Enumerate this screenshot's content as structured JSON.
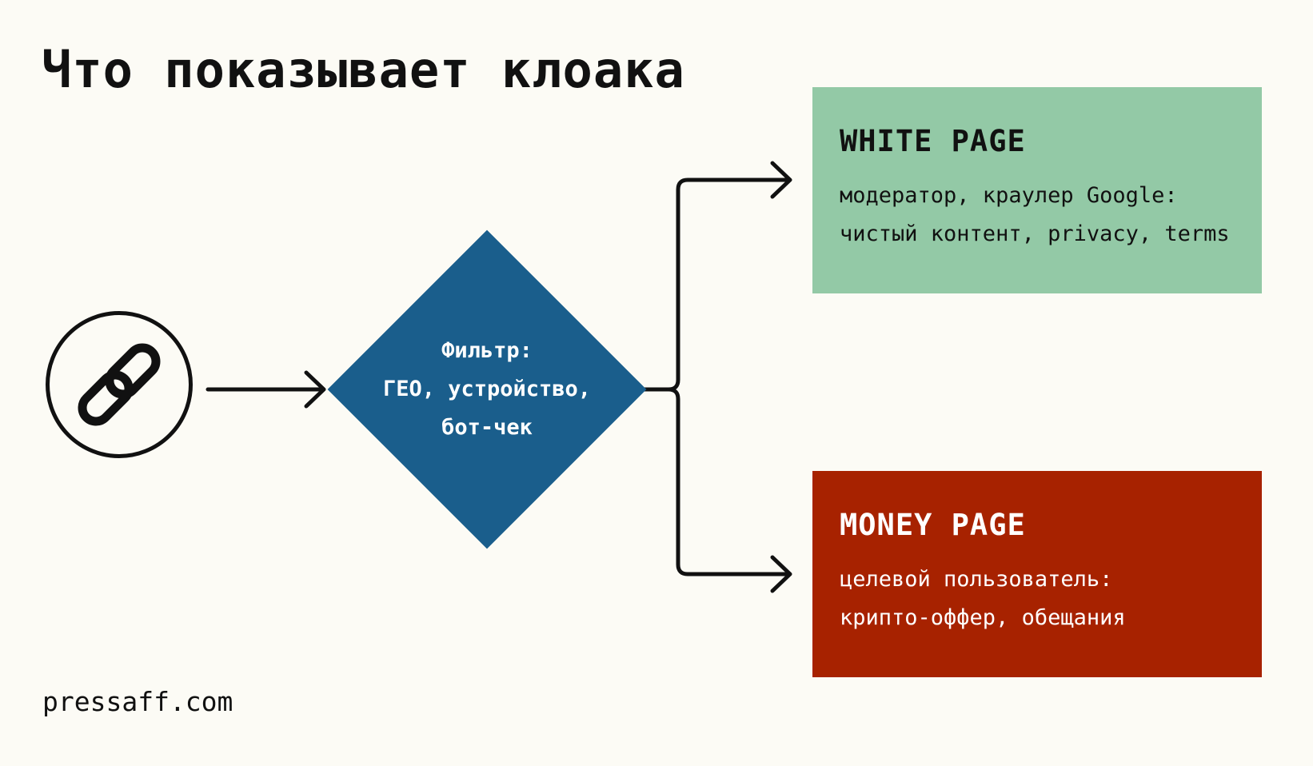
{
  "title": "Что показывает клоака",
  "source": {
    "label": "link",
    "icon": "link-icon"
  },
  "filter": {
    "lines": [
      "Фильтр:",
      "ГЕО, устройство,",
      "бот-чек"
    ]
  },
  "white_page": {
    "title": "WHITE PAGE",
    "lines": [
      "модератор, краулер Google:",
      "чистый контент, privacy, terms"
    ],
    "color": "#93c9a6"
  },
  "money_page": {
    "title": "MONEY PAGE",
    "lines": [
      "целевой пользователь:",
      "крипто-оффер, обещания"
    ],
    "color": "#a72200"
  },
  "footer": "pressaff.com",
  "colors": {
    "background": "#fcfbf5",
    "filter": "#1a5e8c",
    "ink": "#111111"
  }
}
